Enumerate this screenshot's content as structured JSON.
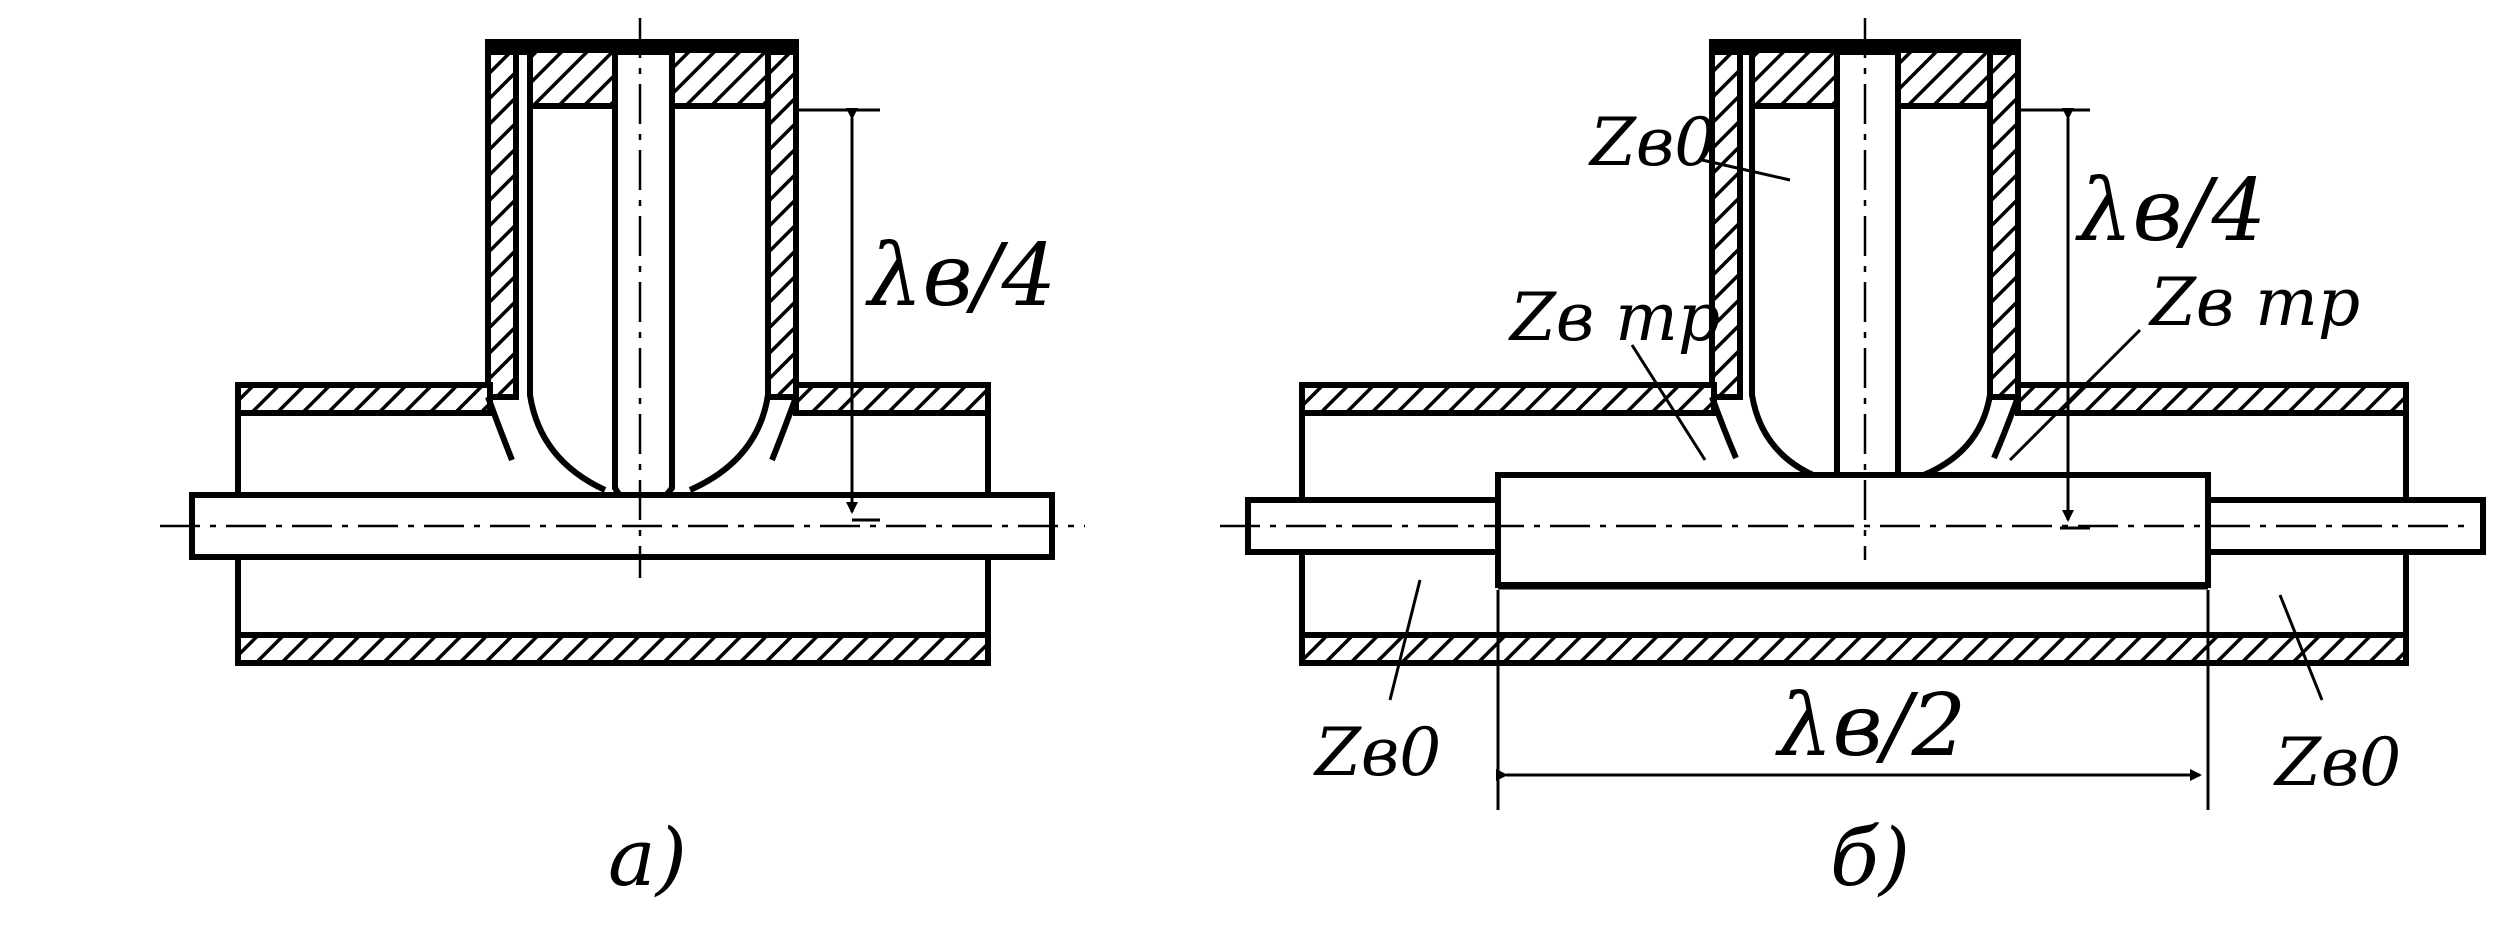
{
  "figure_a": {
    "dim_quarter": "λв/4",
    "caption": "а)"
  },
  "figure_b": {
    "label_stub_z": "Zв0",
    "label_tr_left": "Zв тр",
    "label_tr_right": "Zв тр",
    "label_bottom_left": "Zв0",
    "label_bottom_right": "Zв0",
    "dim_quarter": "λв/4",
    "dim_half": "λв/2",
    "caption": "б)"
  },
  "colors": {
    "ink": "#000000",
    "paper": "#ffffff"
  }
}
